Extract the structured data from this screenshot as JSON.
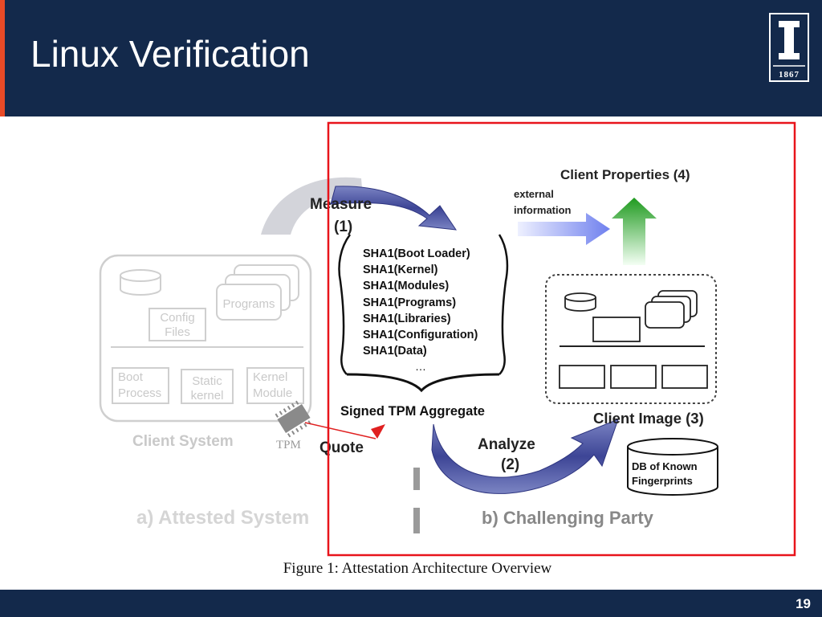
{
  "slide": {
    "title": "Linux Verification",
    "page_number": "19",
    "logo": {
      "year": "1867",
      "icon": "university-column-logo"
    }
  },
  "diagram": {
    "attested": {
      "config_files": [
        "Config",
        "Files"
      ],
      "programs": "Programs",
      "boot_process": [
        "Boot",
        "Process"
      ],
      "static_kernel": [
        "Static",
        "kernel"
      ],
      "kernel_module": [
        "Kernel",
        "Module"
      ],
      "client_system": "Client System",
      "tpm": "TPM",
      "section_label": "a) Attested System"
    },
    "measure": [
      "Measure",
      "(1)"
    ],
    "quote": "Quote",
    "sha_list": [
      "SHA1(Boot Loader)",
      "SHA1(Kernel)",
      "SHA1(Modules)",
      "SHA1(Programs)",
      "SHA1(Libraries)",
      "SHA1(Configuration)",
      "SHA1(Data)",
      "…"
    ],
    "aggregate": "Signed TPM Aggregate",
    "client_properties": "Client Properties (4)",
    "external_information": [
      "external",
      "information"
    ],
    "client_image": "Client Image (3)",
    "analyze": [
      "Analyze",
      "(2)"
    ],
    "db": [
      "DB of Known",
      "Fingerprints"
    ],
    "section_label_b": "b) Challenging Party",
    "highlight_color": "#e8141b"
  },
  "caption": "Figure 1: Attestation Architecture Overview"
}
